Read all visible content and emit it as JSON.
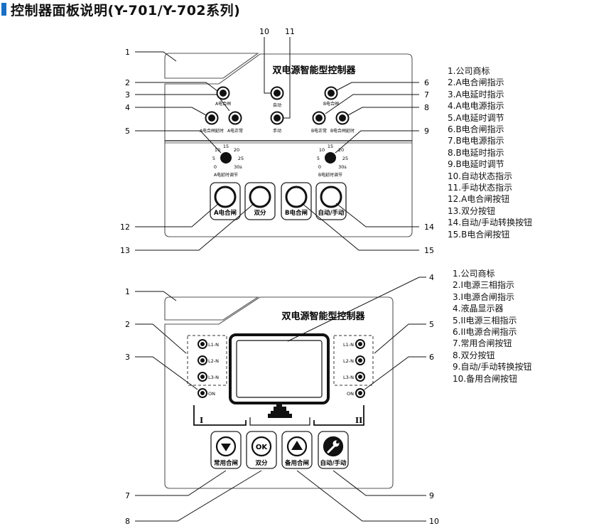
{
  "page": {
    "title": "控制器面板说明(Y-701/Y-702系列)",
    "accent_color": "#1a6fc4"
  },
  "panel1": {
    "title": "双电源智能型控制器",
    "leds": {
      "a_close": "A电合闸",
      "a_close_delay": "A电合闸延时",
      "a_normal": "A电正常",
      "auto": "自动",
      "manual": "手动",
      "b_close": "B电合闸",
      "b_normal": "B电正常",
      "b_close_delay": "B电合闸延时"
    },
    "knob_a": {
      "ticks": [
        "0",
        "5",
        "10",
        "15",
        "20",
        "25",
        "30s"
      ],
      "label": "A电延时调节"
    },
    "knob_b": {
      "ticks": [
        "0",
        "5",
        "10",
        "15",
        "20",
        "25",
        "30s"
      ],
      "label": "B电延时调节"
    },
    "buttons": [
      "A电合闸",
      "双分",
      "B电合闸",
      "自动/手动"
    ],
    "callouts": [
      "1",
      "2",
      "3",
      "4",
      "5",
      "6",
      "7",
      "8",
      "9",
      "10",
      "11",
      "12",
      "13",
      "14",
      "15"
    ],
    "legend": [
      "1.公司商标",
      "2.A电合闸指示",
      "3.A电延时指示",
      "4.A电电源指示",
      "5.A电延时调节",
      "6.B电合闸指示",
      "7.B电电源指示",
      "8.B电延时指示",
      "9.B电延时调节",
      "10.自动状态指示",
      "11.手动状态指示",
      "12.A电合闸按钮",
      "13.双分按钮",
      "14.自动/手动转换按钮",
      "15.B电合闸按钮"
    ]
  },
  "panel2": {
    "title": "双电源智能型控制器",
    "left_leds": [
      "L1-N",
      "L2-N",
      "L3-N",
      "ON"
    ],
    "right_leds": [
      "L1-N",
      "L2-N",
      "L3-N",
      "ON"
    ],
    "source_labels": [
      "I",
      "II"
    ],
    "buttons": [
      {
        "icon": "down-arrow-icon",
        "label": "常用合闸"
      },
      {
        "icon": "ok-icon",
        "glyph": "OK",
        "label": "双分"
      },
      {
        "icon": "up-arrow-icon",
        "label": "备用合闸"
      },
      {
        "icon": "wrench-icon",
        "label": "自动/手动"
      }
    ],
    "callouts": [
      "1",
      "2",
      "3",
      "4",
      "5",
      "6",
      "7",
      "8",
      "9",
      "10"
    ],
    "legend": [
      "1.公司商标",
      "2.I电源三相指示",
      "3.I电源合闸指示",
      "4.液晶显示器",
      "5.II电源三相指示",
      "6.II电源合闸指示",
      "7.常用合闸按钮",
      "8.双分按钮",
      "9.自动/手动转换按钮",
      "10.备用合闸按钮"
    ]
  }
}
